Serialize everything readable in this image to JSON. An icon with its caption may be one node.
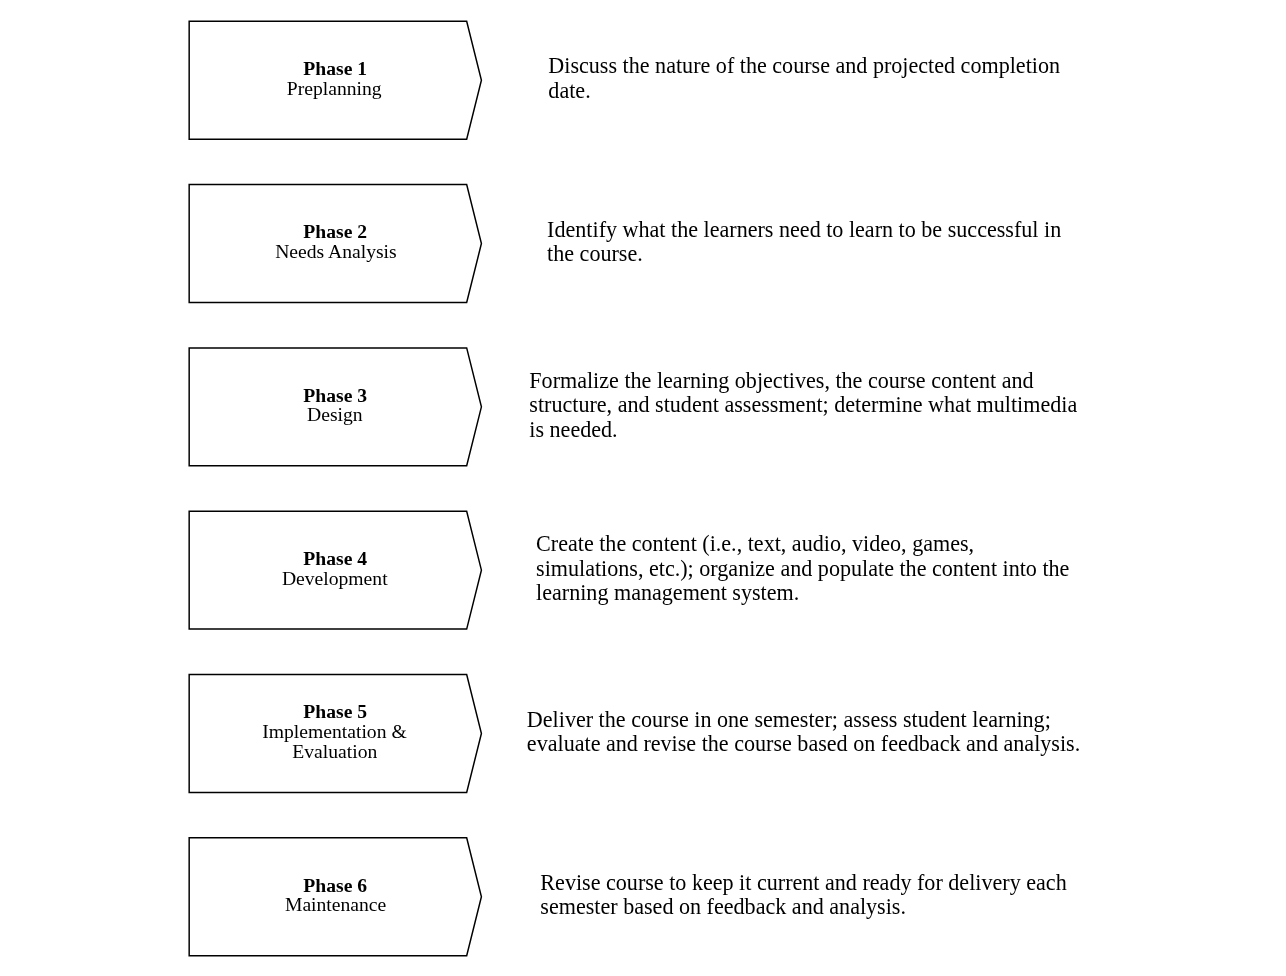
{
  "diagram": {
    "nodes": [
      {
        "text": [
          "Phase 1",
          "Preplanning"
        ],
        "beside": [
          "Discuss the nature of the course and projected completion date."
        ]
      },
      {
        "text": [
          "Phase 2",
          "Needs Analysis"
        ],
        "beside": [
          "Identify what the learners need to learn to be successful in the course."
        ]
      },
      {
        "text": [
          "Phase 3",
          "Design"
        ],
        "beside": [
          "Formalize the learning objectives, the course content and structure, and student assessment; determine what multimedia is needed."
        ]
      },
      {
        "text": [
          "Phase 4",
          "Development"
        ],
        "beside": [
          "Create the content (i.e., text, audio, video, games, simulations, etc.); organize and populate the content into the learning management system."
        ]
      },
      {
        "text": [
          "Phase 5",
          "Implementation & Evaluation"
        ],
        "beside": [
          "Deliver the course in one semester; assess student learning; evaluate and revise the course based on feedback and analysis."
        ]
      },
      {
        "text": [
          "Phase 6",
          "Maintenance"
        ],
        "beside": [
          "Revise course to keep it current and ready for delivery each semester based on feedback and analysis."
        ]
      }
    ]
  }
}
